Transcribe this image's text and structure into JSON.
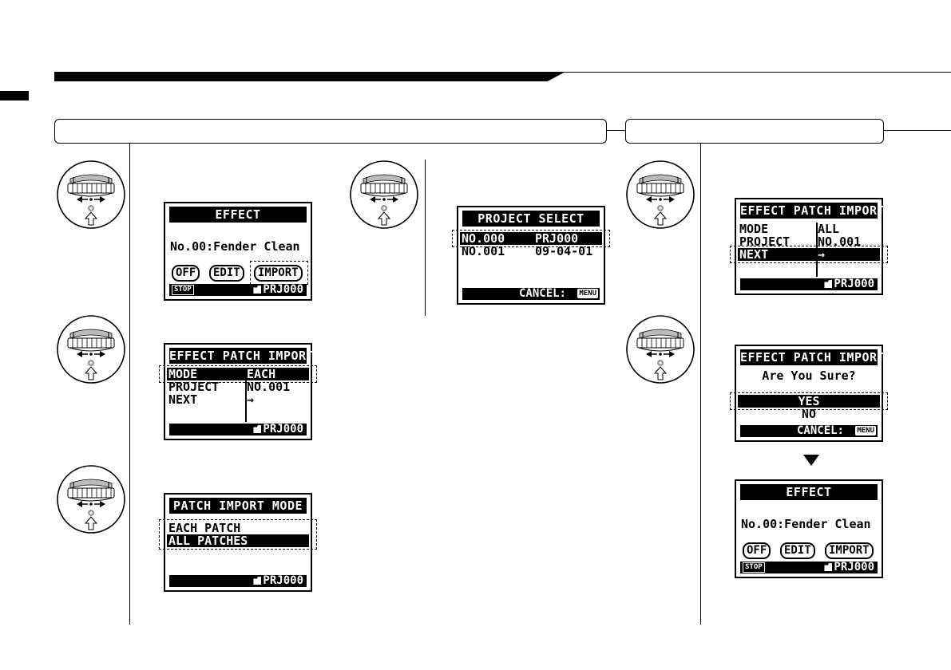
{
  "screens": {
    "effect": {
      "title": "EFFECT",
      "patch": "No.00:Fender Clean",
      "buttons": [
        "OFF",
        "EDIT",
        "IMPORT"
      ],
      "stop_label": "STOP",
      "project": "PRJ000"
    },
    "import_mode": {
      "title": "EFFECT PATCH IMPORT",
      "rows": [
        {
          "label": "MODE",
          "value": "EACH"
        },
        {
          "label": "PROJECT",
          "value": "NO.001"
        },
        {
          "label": "NEXT",
          "value": "→"
        }
      ],
      "project": "PRJ000"
    },
    "patch_import_mode": {
      "title": "PATCH IMPORT MODE",
      "options": [
        "EACH PATCH",
        "ALL PATCHES"
      ],
      "project": "PRJ000"
    },
    "project_select": {
      "title": "PROJECT SELECT",
      "rows": [
        {
          "number": "NO.000",
          "name": "PRJ000"
        },
        {
          "number": "NO.001",
          "name": "09-04-01"
        }
      ],
      "cancel_label": "CANCEL:",
      "menu_label": "MENU"
    },
    "import_next": {
      "title": "EFFECT PATCH IMPORT",
      "rows": [
        {
          "label": "MODE",
          "value": "ALL"
        },
        {
          "label": "PROJECT",
          "value": "NO.001"
        },
        {
          "label": "NEXT",
          "value": "→"
        }
      ],
      "project": "PRJ000"
    },
    "confirm": {
      "title": "EFFECT PATCH IMPORT",
      "question": "Are You Sure?",
      "options": [
        "YES",
        "NO"
      ],
      "cancel_label": "CANCEL:",
      "menu_label": "MENU"
    },
    "effect_result": {
      "title": "EFFECT",
      "patch": "No.00:Fender Clean",
      "buttons": [
        "OFF",
        "EDIT",
        "IMPORT"
      ],
      "stop_label": "STOP",
      "project": "PRJ000"
    }
  }
}
